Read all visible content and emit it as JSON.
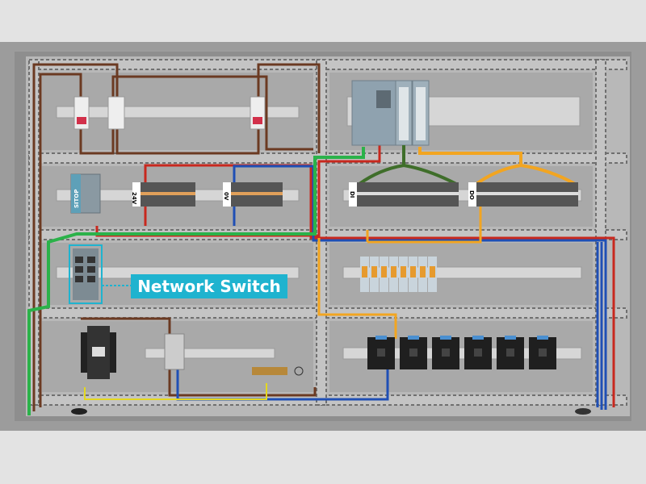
{
  "labels": {
    "power_supply": "SITOP",
    "terminal_24v": "24V",
    "terminal_0v": "0V",
    "terminal_di": "DI",
    "terminal_do": "DO",
    "callout": "Network Switch"
  },
  "colors": {
    "callout": "#1fb3cf",
    "wire_brown": "#6b3a22",
    "wire_red": "#c8281e",
    "wire_blue": "#1f4fb5",
    "wire_green": "#2bb24a",
    "wire_orange": "#f2a521",
    "wire_darkgreen": "#3f6e2a",
    "backplate": "#b8b8b8",
    "enclosure": "#9c9c9c"
  },
  "counts": {
    "relays": 8,
    "contactors": 6,
    "circuit_breakers": 3
  }
}
